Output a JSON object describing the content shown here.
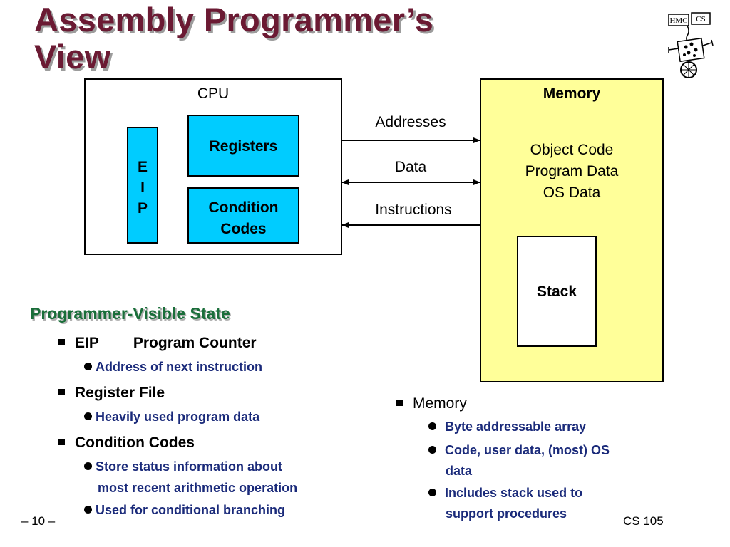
{
  "title": {
    "line1": "Assembly Programmer’s",
    "line2": "View"
  },
  "diagram": {
    "cpu_label": "CPU",
    "registers_label": "Registers",
    "condition_codes_line1": "Condition",
    "condition_codes_line2": "Codes",
    "eip_letters": [
      "E",
      "I",
      "P"
    ],
    "memory_label": "Memory",
    "memory_contents": [
      "Object Code",
      "Program Data",
      "OS Data"
    ],
    "stack_label": "Stack",
    "arrows": {
      "addresses": "Addresses",
      "data": "Data",
      "instructions": "Instructions"
    }
  },
  "section_heading": "Programmer-Visible State",
  "left_bullets": [
    {
      "label": "EIP",
      "label_extra": "Program Counter",
      "subs": [
        "Address of next instruction"
      ]
    },
    {
      "label": "Register File",
      "subs": [
        "Heavily used program data"
      ]
    },
    {
      "label": "Condition Codes",
      "subs": [
        "Store status information about",
        "most recent arithmetic operation",
        "Used for conditional branching"
      ]
    }
  ],
  "right_bullets": {
    "label": "Memory",
    "subs": [
      "Byte addressable array",
      "Code, user data, (most) OS",
      "data",
      "Includes stack used to",
      "support procedures"
    ]
  },
  "footer": {
    "page": "– 10 –",
    "course": "CS 105"
  },
  "logo": {
    "text_left": "HMC",
    "text_right": "CS"
  },
  "colors": {
    "title": "#6b1a33",
    "section": "#1a6e3a",
    "cyan_box": "#00ccff",
    "memory_bg": "#ffff99",
    "sub_bullet_text": "#1a2a7a"
  }
}
